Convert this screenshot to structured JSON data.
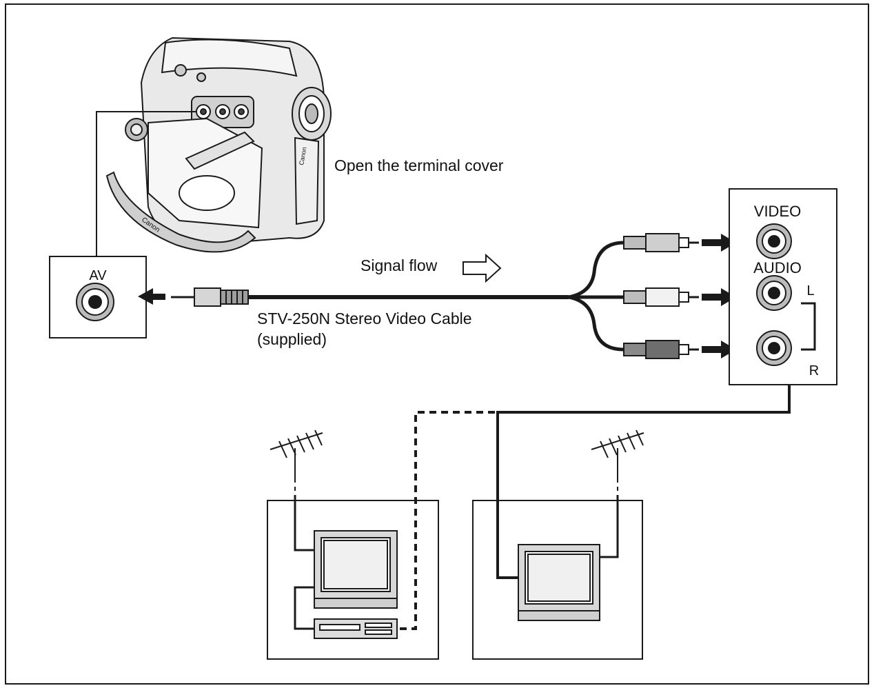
{
  "labels": {
    "open_cover": "Open the terminal cover",
    "av": "AV",
    "signal_flow": "Signal flow",
    "cable_name": "STV-250N Stereo Video Cable",
    "cable_note": "(supplied)",
    "video": "VIDEO",
    "audio": "AUDIO",
    "left": "L",
    "right": "R",
    "brand": "Canon"
  },
  "colors": {
    "line": "#1a1a1a",
    "background": "#ffffff",
    "plug_video": "#cfcfcf",
    "plug_audio_l": "#f2f2f2",
    "plug_audio_r": "#6e6e6e",
    "plug_body": "#bdbdbd"
  }
}
